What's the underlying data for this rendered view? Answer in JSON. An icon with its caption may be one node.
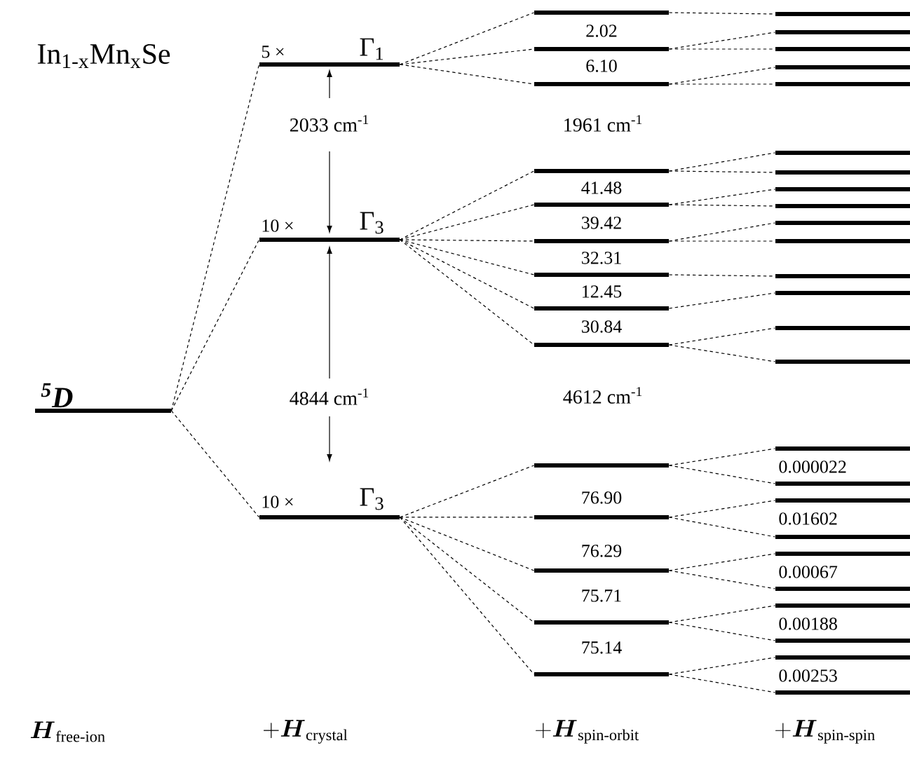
{
  "diagram": {
    "nodes": [
      {
        "text": [],
        "shape": "bar",
        "beside": [
          "$^{5}$D"
        ]
      },
      {
        "text": [],
        "shape": "bar",
        "beside": [
          "5 ×",
          "Γ$_{1}$"
        ]
      },
      {
        "text": [],
        "shape": "bar",
        "beside": [
          "10 ×",
          "Γ$_{3}$"
        ]
      },
      {
        "text": [],
        "shape": "bar",
        "beside": [
          "10 ×",
          "Γ$_{3}$"
        ]
      },
      {
        "text": [],
        "shape": "bar"
      },
      {
        "text": [],
        "shape": "bar"
      },
      {
        "text": [],
        "shape": "bar"
      },
      {
        "text": [],
        "shape": "bar"
      },
      {
        "text": [],
        "shape": "bar"
      },
      {
        "text": [],
        "shape": "bar"
      },
      {
        "text": [],
        "shape": "bar"
      },
      {
        "text": [],
        "shape": "bar"
      },
      {
        "text": [],
        "shape": "bar"
      },
      {
        "text": [],
        "shape": "bar"
      },
      {
        "text": [],
        "shape": "bar"
      },
      {
        "text": [],
        "shape": "bar"
      },
      {
        "text": [],
        "shape": "bar"
      },
      {
        "text": [],
        "shape": "bar"
      },
      {
        "text": [],
        "shape": "bar"
      },
      {
        "text": [],
        "shape": "bar"
      },
      {
        "text": [],
        "shape": "bar"
      },
      {
        "text": [],
        "shape": "bar"
      },
      {
        "text": [],
        "shape": "bar"
      },
      {
        "text": [],
        "shape": "bar"
      },
      {
        "text": [],
        "shape": "bar"
      },
      {
        "text": [],
        "shape": "bar"
      },
      {
        "text": [],
        "shape": "bar"
      },
      {
        "text": [],
        "shape": "bar"
      },
      {
        "text": [],
        "shape": "bar"
      },
      {
        "text": [],
        "shape": "bar"
      },
      {
        "text": [],
        "shape": "bar"
      },
      {
        "text": [],
        "shape": "bar"
      },
      {
        "text": [],
        "shape": "bar"
      },
      {
        "text": [],
        "shape": "bar"
      },
      {
        "text": [],
        "shape": "bar"
      },
      {
        "text": [],
        "shape": "bar"
      },
      {
        "text": [],
        "shape": "bar"
      },
      {
        "text": [],
        "shape": "bar"
      },
      {
        "text": [],
        "shape": "bar"
      },
      {
        "text": [],
        "shape": "bar"
      },
      {
        "text": [],
        "shape": "bar"
      },
      {
        "text": [],
        "shape": "bar"
      },
      {
        "text": [],
        "shape": "bar"
      }
    ],
    "edges": [
      {
        "from": 0,
        "to": 1,
        "arrow": "none",
        "style": "dashed"
      },
      {
        "from": 0,
        "to": 2,
        "arrow": "none",
        "style": "dashed"
      },
      {
        "from": 0,
        "to": 3,
        "arrow": "none",
        "style": "dashed"
      },
      {
        "from": 1,
        "to": 4,
        "arrow": "none",
        "style": "dashed"
      },
      {
        "from": 1,
        "to": 5,
        "arrow": "none",
        "style": "dashed"
      },
      {
        "from": 1,
        "to": 6,
        "arrow": "none",
        "style": "dashed"
      },
      {
        "from": 2,
        "to": 7,
        "arrow": "none",
        "style": "dashed"
      },
      {
        "from": 2,
        "to": 8,
        "arrow": "none",
        "style": "dashed"
      },
      {
        "from": 2,
        "to": 9,
        "arrow": "none",
        "style": "dashed"
      },
      {
        "from": 2,
        "to": 10,
        "arrow": "none",
        "style": "dashed"
      },
      {
        "from": 2,
        "to": 11,
        "arrow": "none",
        "style": "dashed"
      },
      {
        "from": 2,
        "to": 12,
        "arrow": "none",
        "style": "dashed"
      },
      {
        "from": 3,
        "to": 13,
        "arrow": "none",
        "style": "dashed"
      },
      {
        "from": 3,
        "to": 14,
        "arrow": "none",
        "style": "dashed"
      },
      {
        "from": 3,
        "to": 15,
        "arrow": "none",
        "style": "dashed"
      },
      {
        "from": 3,
        "to": 16,
        "arrow": "none",
        "style": "dashed"
      },
      {
        "from": 3,
        "to": 17,
        "arrow": "none",
        "style": "dashed"
      },
      {
        "from": 4,
        "to": 18,
        "arrow": "none",
        "style": "dashed"
      },
      {
        "from": 5,
        "to": 19,
        "arrow": "none",
        "style": "dashed"
      },
      {
        "from": 5,
        "to": 20,
        "arrow": "none",
        "style": "dashed"
      },
      {
        "from": 6,
        "to": 21,
        "arrow": "none",
        "style": "dashed"
      },
      {
        "from": 6,
        "to": 22,
        "arrow": "none",
        "style": "dashed"
      },
      {
        "from": 7,
        "to": 23,
        "arrow": "none",
        "style": "dashed"
      },
      {
        "from": 7,
        "to": 24,
        "arrow": "none",
        "style": "dashed"
      },
      {
        "from": 8,
        "to": 25,
        "arrow": "none",
        "style": "dashed"
      },
      {
        "from": 8,
        "to": 26,
        "arrow": "none",
        "style": "dashed"
      },
      {
        "from": 9,
        "to": 27,
        "arrow": "none",
        "style": "dashed"
      },
      {
        "from": 9,
        "to": 28,
        "arrow": "none",
        "style": "dashed"
      },
      {
        "from": 10,
        "to": 29,
        "arrow": "none",
        "style": "dashed"
      },
      {
        "from": 11,
        "to": 30,
        "arrow": "none",
        "style": "dashed"
      },
      {
        "from": 12,
        "to": 31,
        "arrow": "none",
        "style": "dashed"
      },
      {
        "from": 12,
        "to": 32,
        "arrow": "none",
        "style": "dashed"
      },
      {
        "from": 13,
        "to": 33,
        "arrow": "none",
        "style": "dashed"
      },
      {
        "from": 13,
        "to": 34,
        "arrow": "none",
        "style": "dashed"
      },
      {
        "from": 14,
        "to": 35,
        "arrow": "none",
        "style": "dashed"
      },
      {
        "from": 14,
        "to": 36,
        "arrow": "none",
        "style": "dashed"
      },
      {
        "from": 15,
        "to": 37,
        "arrow": "none",
        "style": "dashed"
      },
      {
        "from": 15,
        "to": 38,
        "arrow": "none",
        "style": "dashed"
      },
      {
        "from": 16,
        "to": 39,
        "arrow": "none",
        "style": "dashed"
      },
      {
        "from": 16,
        "to": 40,
        "arrow": "none",
        "style": "dashed"
      },
      {
        "from": 17,
        "to": 41,
        "arrow": "none",
        "style": "dashed"
      },
      {
        "from": 17,
        "to": 42,
        "arrow": "none",
        "style": "dashed"
      }
    ],
    "labels": [
      "In$_{1-x}$Mn$_{x}$Se",
      "2033 cm$^{-1}$",
      "4844 cm$^{-1}$",
      "2.02",
      "6.10",
      "1961 cm$^{-1}$",
      "41.48",
      "39.42",
      "32.31",
      "12.45",
      "30.84",
      "4612 cm$^{-1}$",
      "76.90",
      "76.29",
      "75.71",
      "75.14",
      "0.000022",
      "0.01602",
      "0.00067",
      "0.00188",
      "0.00253",
      "\\boldsymbol{H}_{\\text{free-ion}}",
      "+\\boldsymbol{H}_{\\text{crystal}}",
      "+\\boldsymbol{H}_{\\text{spin-orbit}}",
      "+\\boldsymbol{H}_{\\text{spin-spin}}"
    ]
  }
}
